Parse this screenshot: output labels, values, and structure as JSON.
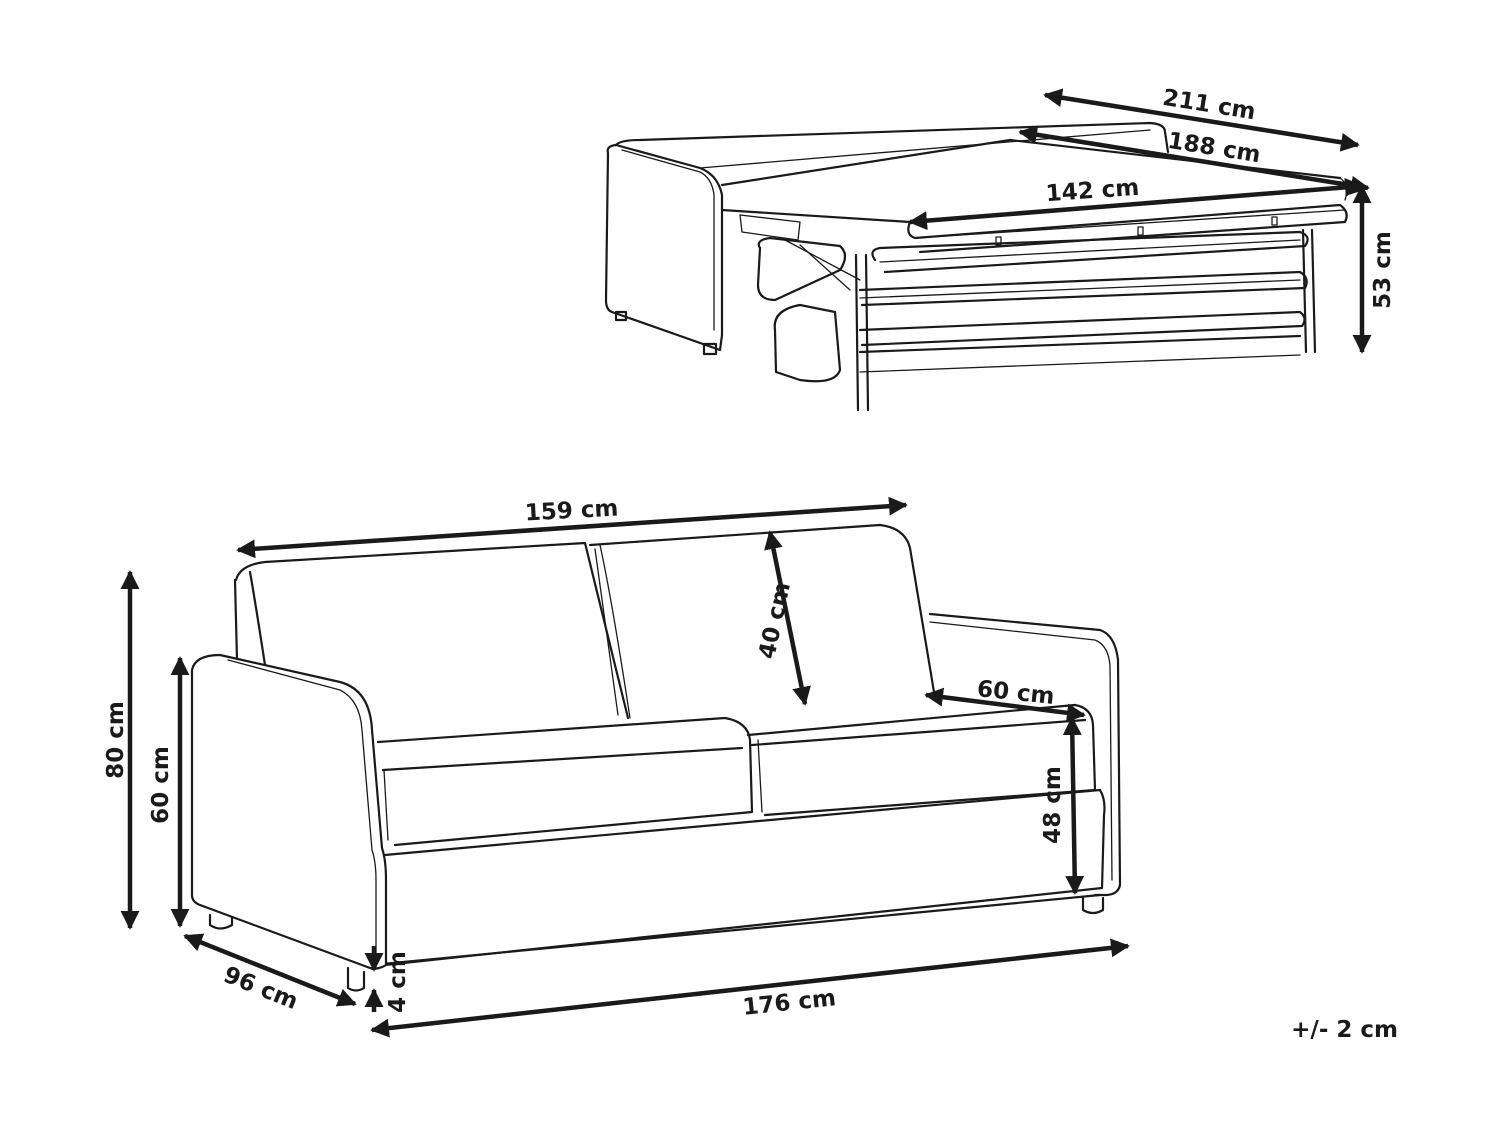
{
  "bed_dimensions": {
    "total_length": "211 cm",
    "mattress_length": "188 cm",
    "mattress_width": "142 cm",
    "height": "53 cm"
  },
  "sofa_dimensions": {
    "back_width": "159 cm",
    "backrest_height": "40 cm",
    "seat_depth": "60 cm",
    "total_height": "80 cm",
    "armrest_height": "60 cm",
    "seat_height": "48 cm",
    "depth": "96 cm",
    "leg_height": "4 cm",
    "total_width": "176 cm"
  },
  "tolerance": "+/- 2 cm"
}
